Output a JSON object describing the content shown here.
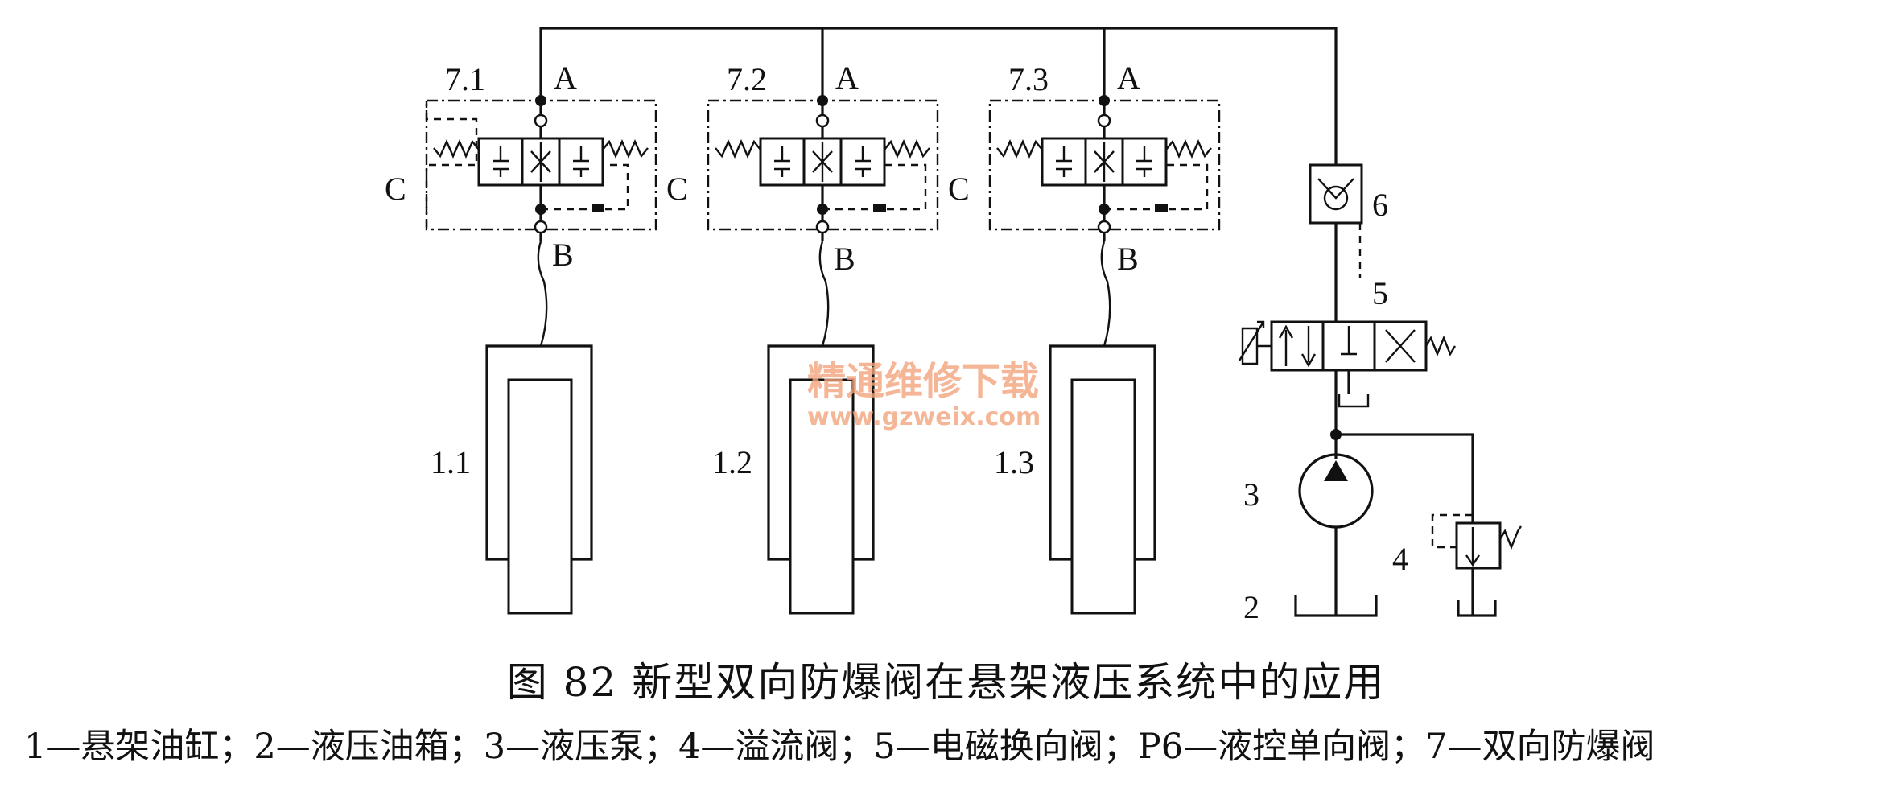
{
  "figure": {
    "title": "图 82   新型双向防爆阀在悬架液压系统中的应用",
    "legend": "1—悬架油缸；2—液压油箱；3—液压泵；4—溢流阀；5—电磁换向阀；P6—液控单向阀；7—双向防爆阀"
  },
  "watermark": {
    "cn": "精通维修下载",
    "url": "www.gzweix.com",
    "color": "#f2a47c"
  },
  "labels": {
    "valve_1": "7.1",
    "valve_2": "7.2",
    "valve_3": "7.3",
    "port_a": "A",
    "port_b": "B",
    "port_c": "C",
    "cyl_1": "1.1",
    "cyl_2": "1.2",
    "cyl_3": "1.3",
    "check_valve": "6",
    "solenoid_valve": "5",
    "pump": "3",
    "relief_valve": "4",
    "tank": "2"
  }
}
